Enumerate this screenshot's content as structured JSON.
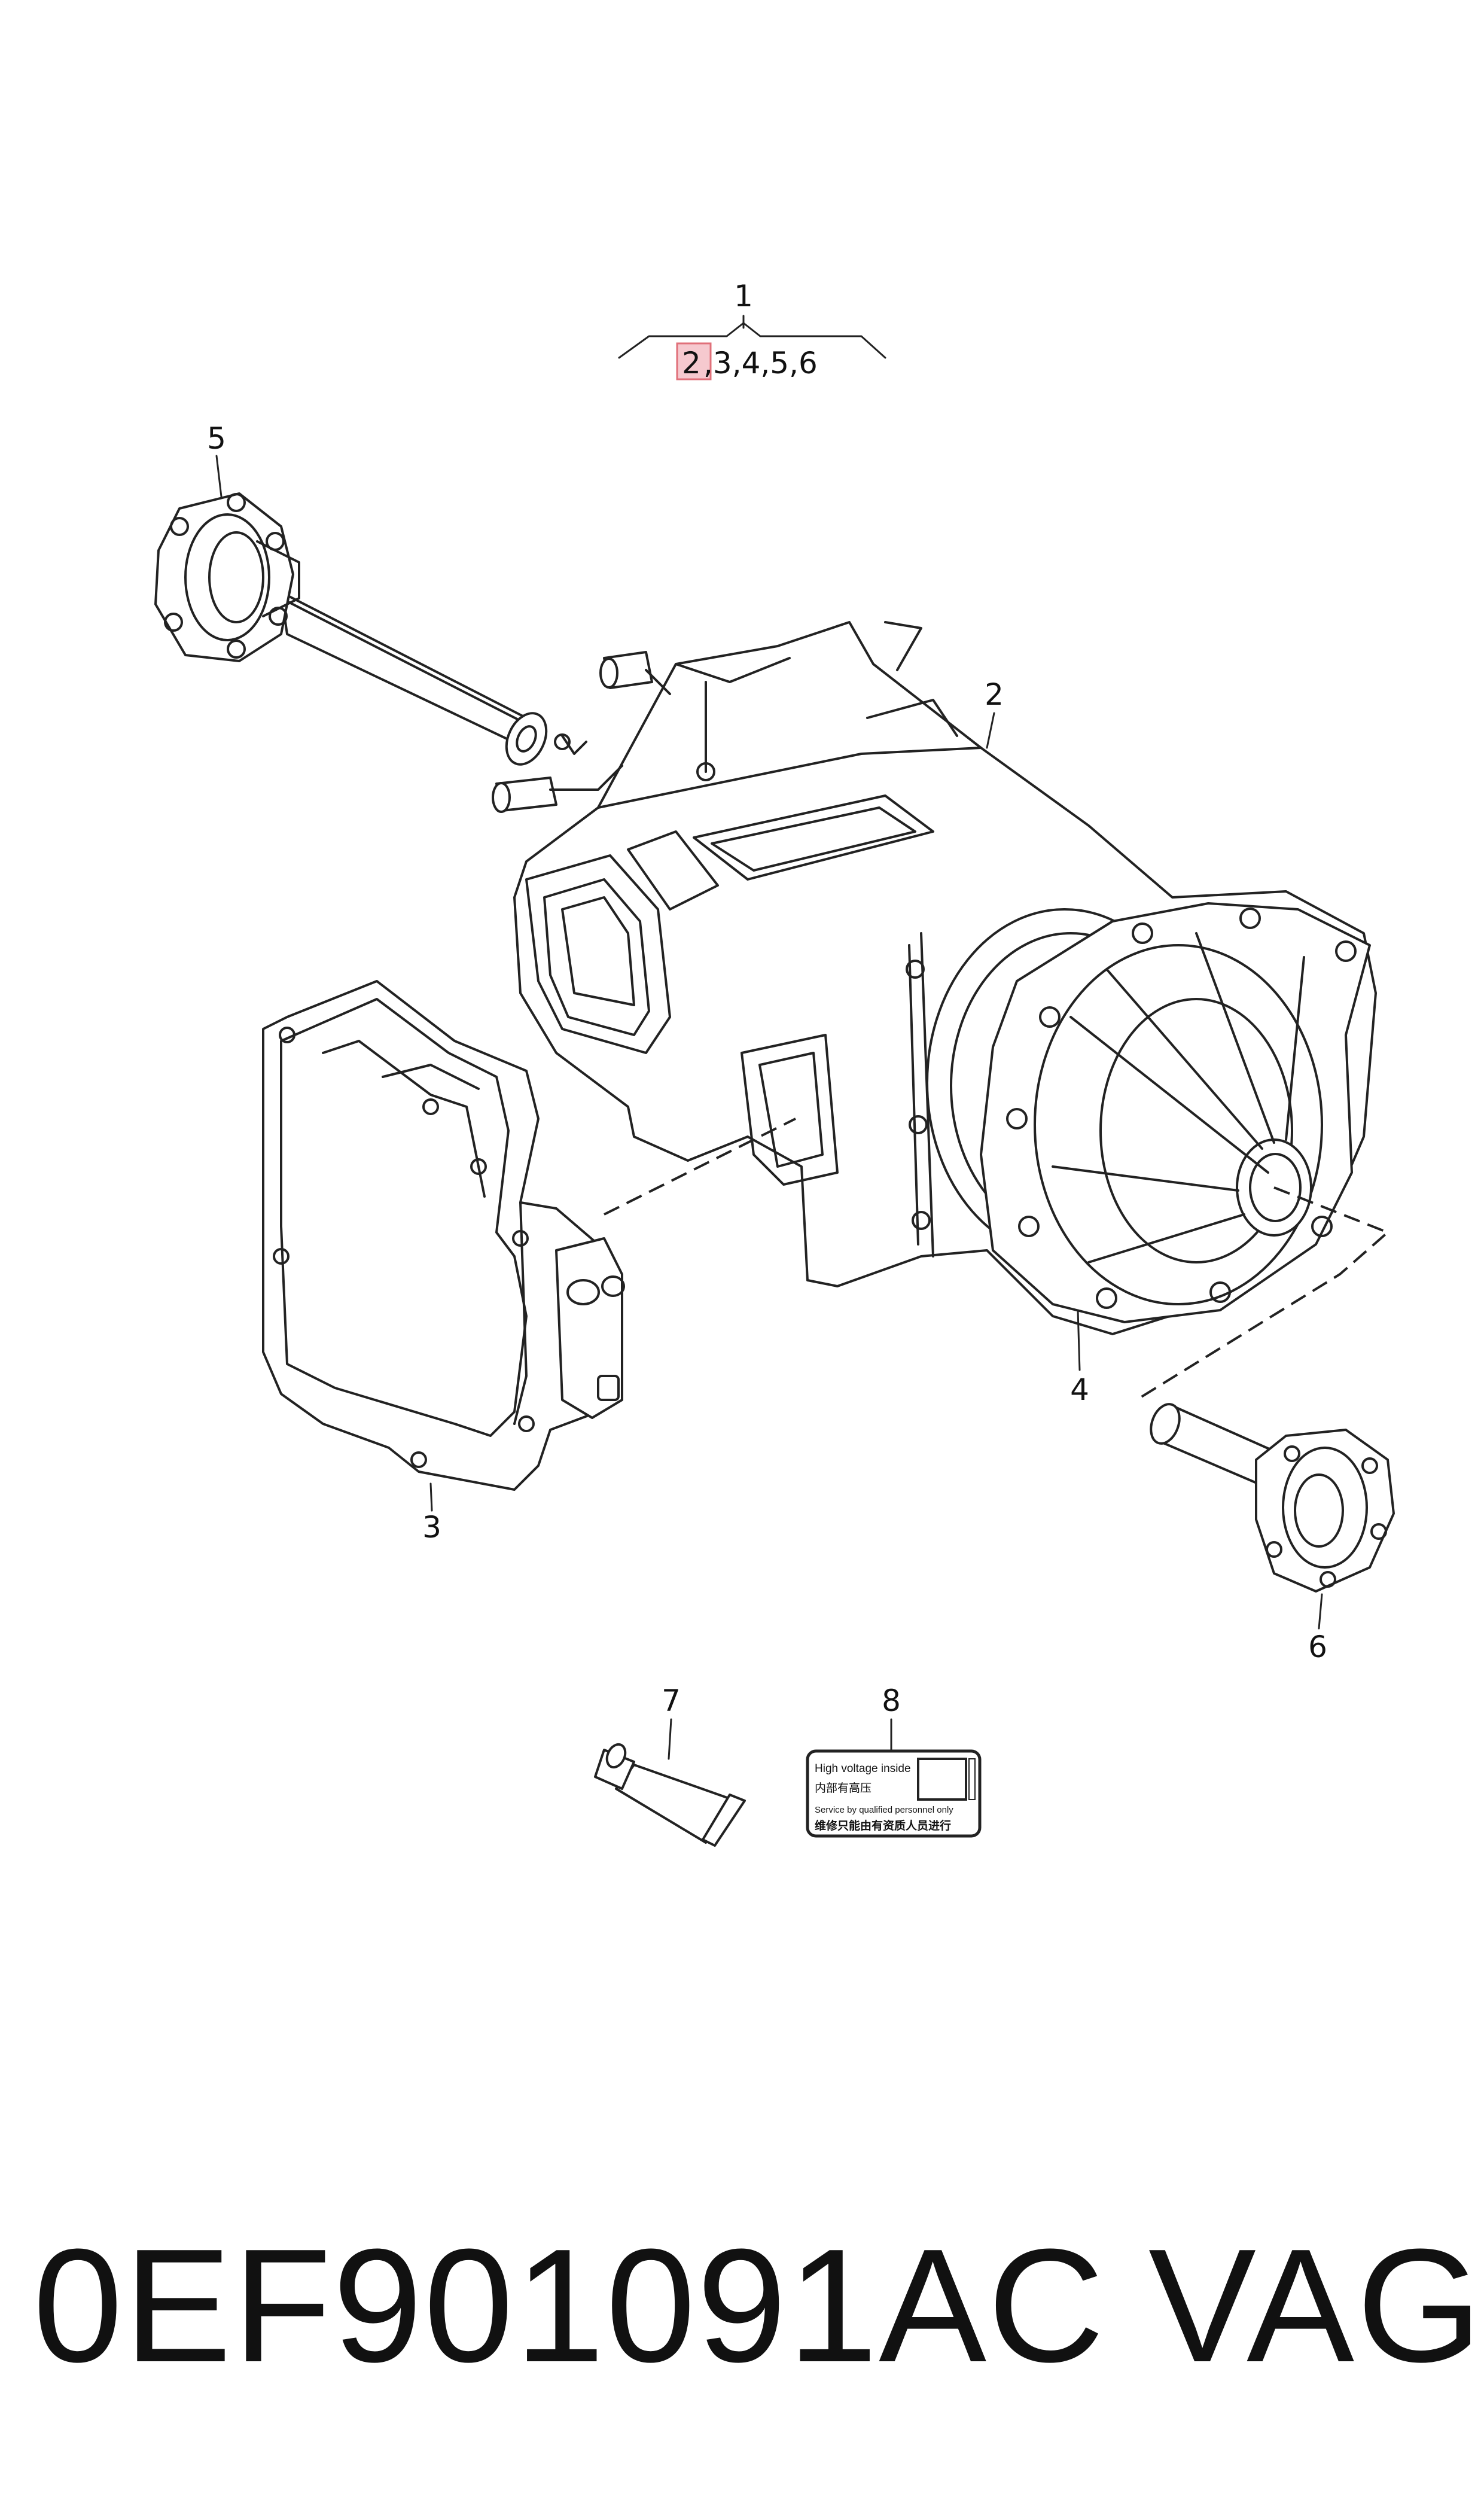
{
  "diagram": {
    "callouts": {
      "c1": "1",
      "c2": "2",
      "c3": "3",
      "c4": "4",
      "c5": "5",
      "c6": "6",
      "c7": "7",
      "c8": "8"
    },
    "group_list": {
      "highlighted": "2",
      "rest": ",3,4,5,6",
      "highlight_color": "#f6c9cf",
      "highlight_border": "#e0707a"
    },
    "warning_label": {
      "line1": "High voltage inside",
      "line2": "内部有高压",
      "line3": "Service by qualified personnel only",
      "line4": "维修只能由有资质人员进行"
    }
  },
  "footer": {
    "part_number": "0EF901091AC",
    "brand": "VAG"
  }
}
